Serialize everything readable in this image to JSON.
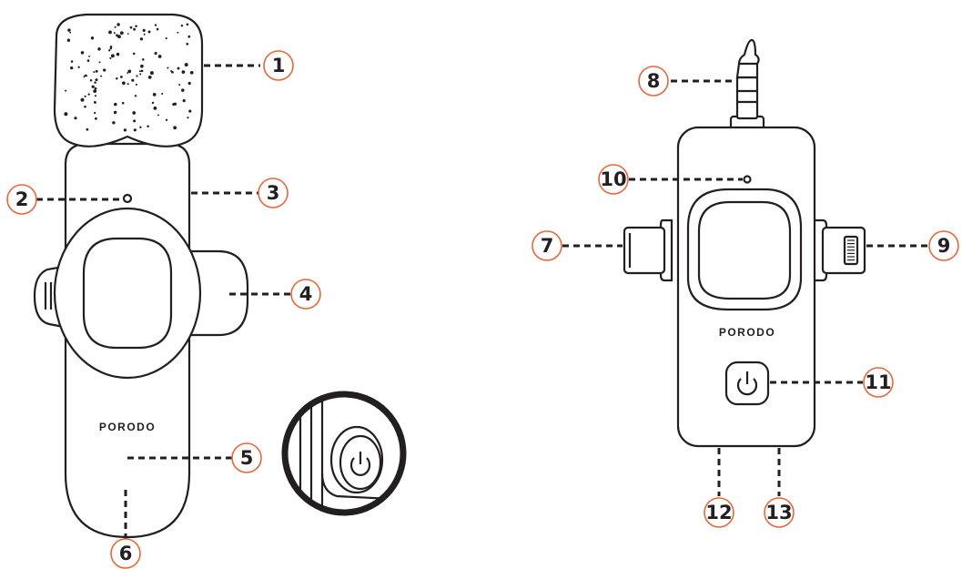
{
  "brand": {
    "transmitter_logo": "PORODO",
    "receiver_logo": "PORODO"
  },
  "callouts": {
    "c1": "1",
    "c2": "2",
    "c3": "3",
    "c4": "4",
    "c5": "5",
    "c6": "6",
    "c7": "7",
    "c8": "8",
    "c9": "9",
    "c10": "10",
    "c11": "11",
    "c12": "12",
    "c13": "13"
  },
  "colors": {
    "line": "#231f20",
    "callout_ring": "#e8663a",
    "background": "#ffffff"
  },
  "icons": {
    "transmitter_power": "power-icon",
    "receiver_power": "power-icon"
  }
}
